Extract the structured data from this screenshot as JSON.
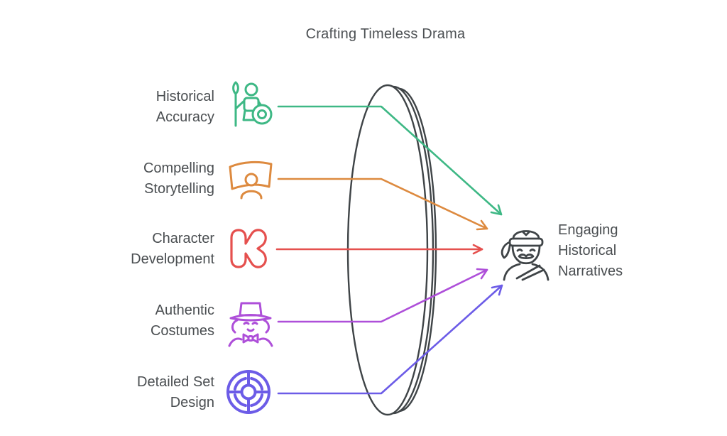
{
  "title": "Crafting Timeless Drama",
  "lens": {
    "stroke": "#3f4447",
    "name": "lens"
  },
  "inputs": [
    {
      "lines": [
        "Historical",
        "Accuracy"
      ],
      "label": "Historical Accuracy",
      "icon": "warrior-icon",
      "color": "#3eb885"
    },
    {
      "lines": [
        "Compelling",
        "Storytelling"
      ],
      "label": "Compelling Storytelling",
      "icon": "storytelling-screen-icon",
      "color": "#dd8a3f"
    },
    {
      "lines": [
        "Character",
        "Development"
      ],
      "label": "Character Development",
      "icon": "k-letter-icon",
      "color": "#e5504e"
    },
    {
      "lines": [
        "Authentic",
        "Costumes"
      ],
      "label": "Authentic Costumes",
      "icon": "costume-person-icon",
      "color": "#ae4fd9"
    },
    {
      "lines": [
        "Detailed Set",
        "Design"
      ],
      "label": "Detailed Set Design",
      "icon": "set-design-wheel-icon",
      "color": "#6c5ce7"
    }
  ],
  "output": {
    "lines": [
      "Engaging",
      "Historical",
      "Narratives"
    ],
    "label": "Engaging Historical Narratives",
    "icon": "historical-figure-icon",
    "color": "#3f4447"
  }
}
